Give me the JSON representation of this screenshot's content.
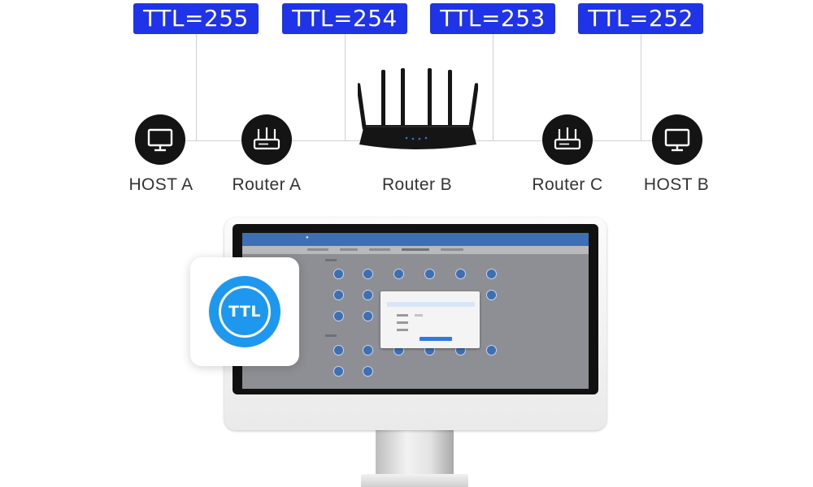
{
  "ttl_labels": [
    "TTL=255",
    "TTL=254",
    "TTL=253",
    "TTL=252"
  ],
  "devices": [
    {
      "label": "HOST A",
      "icon": "monitor-icon"
    },
    {
      "label": "Router A",
      "icon": "router-icon"
    },
    {
      "label": "Router B",
      "icon": "wifi-router-icon"
    },
    {
      "label": "Router C",
      "icon": "router-icon"
    },
    {
      "label": "HOST B",
      "icon": "monitor-icon"
    }
  ],
  "ttl_app": {
    "label": "TTL",
    "color": "#1e98ee"
  },
  "colors": {
    "badge": "#1f33e8",
    "app_header": "#3d6fb5"
  }
}
